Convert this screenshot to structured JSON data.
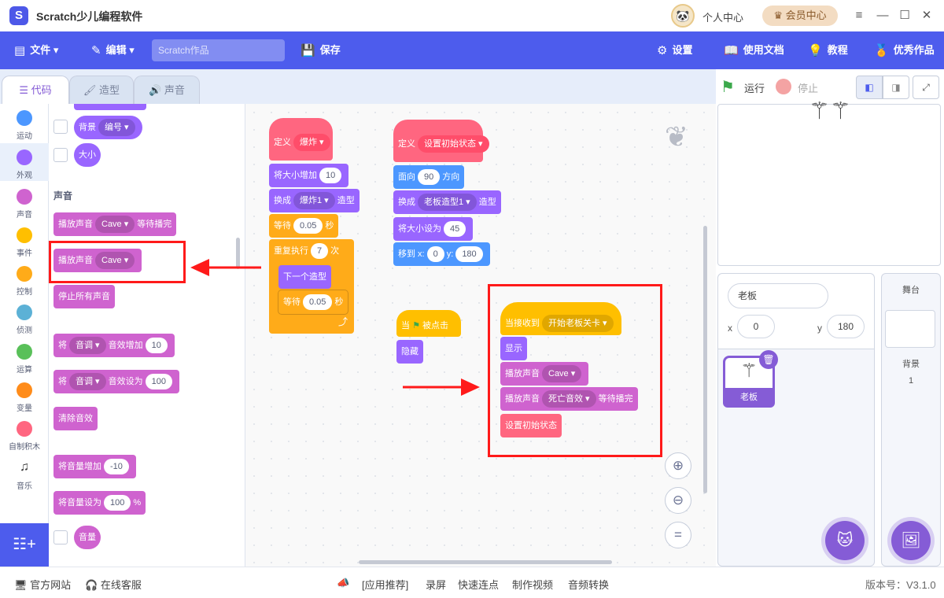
{
  "app": {
    "logo_letter": "S",
    "title": "Scratch少儿编程软件"
  },
  "titlebar": {
    "user_center": "个人中心",
    "vip": "会员中心",
    "menu_icon": "≡",
    "minimize_icon": "—",
    "maximize_icon": "☐",
    "close_icon": "✕"
  },
  "menubar": {
    "file": "文件",
    "edit": "编辑",
    "project_placeholder": "Scratch作品",
    "save": "保存",
    "settings": "设置",
    "docs": "使用文档",
    "tutorial": "教程",
    "showcase": "优秀作品"
  },
  "tabs": [
    {
      "label": "代码"
    },
    {
      "label": "造型"
    },
    {
      "label": "声音"
    }
  ],
  "categories": [
    {
      "label": "运动",
      "color": "#4c97ff"
    },
    {
      "label": "外观",
      "color": "#9966ff"
    },
    {
      "label": "声音",
      "color": "#cf63cf"
    },
    {
      "label": "事件",
      "color": "#ffbf00"
    },
    {
      "label": "控制",
      "color": "#ffab19"
    },
    {
      "label": "侦测",
      "color": "#5cb1d6"
    },
    {
      "label": "运算",
      "color": "#59c059"
    },
    {
      "label": "变量",
      "color": "#ff8c1a"
    },
    {
      "label": "自制积木",
      "color": "#ff6680"
    },
    {
      "label": "音乐",
      "color": "#0fbd8c"
    }
  ],
  "palette": {
    "backdrop_label": "背景",
    "backdrop_option": "编号",
    "size": "大小",
    "sound_heading": "声音",
    "play_until_done": "播放声音",
    "play_until_done_option": "Cave",
    "play_until_done_suffix": "等待播完",
    "start_sound": "播放声音",
    "start_sound_option": "Cave",
    "stop_all": "停止所有声音",
    "change_effect": "将",
    "change_effect_option": "音调",
    "change_effect_mid": "音效增加",
    "change_effect_value": "10",
    "set_effect": "将",
    "set_effect_option": "音调",
    "set_effect_mid": "音效设为",
    "set_effect_value": "100",
    "clear_effects": "清除音效",
    "change_volume": "将音量增加",
    "change_volume_value": "-10",
    "set_volume": "将音量设为",
    "set_volume_value": "100",
    "set_volume_unit": "%",
    "volume": "音量"
  },
  "scripts": {
    "explode": {
      "define": "定义",
      "name": "爆炸",
      "change_size": "将大小增加",
      "change_size_value": "10",
      "switch_costume": "换成",
      "switch_costume_option": "爆炸1",
      "switch_costume_suffix": "造型",
      "wait1": "等待",
      "wait1_value": "0.05",
      "wait1_unit": "秒",
      "repeat": "重复执行",
      "repeat_value": "7",
      "repeat_unit": "次",
      "next_costume": "下一个造型",
      "wait2": "等待",
      "wait2_value": "0.05",
      "wait2_unit": "秒",
      "loop_arrow": "⤴"
    },
    "init": {
      "define": "定义",
      "name": "设置初始状态",
      "point": "面向",
      "point_value": "90",
      "point_suffix": "方向",
      "switch_costume": "换成",
      "switch_costume_option": "老板造型1",
      "switch_costume_suffix": "造型",
      "set_size": "将大小设为",
      "set_size_value": "45",
      "goto": "移到 x:",
      "goto_x": "0",
      "goto_y_label": "y:",
      "goto_y": "180"
    },
    "flag": {
      "when": "当",
      "clicked": "被点击",
      "hide": "隐藏"
    },
    "broadcast": {
      "when_receive": "当接收到",
      "message": "开始老板关卡",
      "show": "显示",
      "play": "播放声音",
      "play_option": "Cave",
      "play_until": "播放声音",
      "play_until_option": "死亡音效",
      "play_until_suffix": "等待播完",
      "call_init": "设置初始状态"
    }
  },
  "zoom": {
    "in": "⊕",
    "out": "⊖",
    "reset": "="
  },
  "stage_controls": {
    "run": "运行",
    "stop": "停止"
  },
  "sprite": {
    "name": "老板",
    "x_label": "x",
    "x": "0",
    "y_label": "y",
    "y": "180",
    "thumb_label": "老板"
  },
  "stage_panel": {
    "title": "舞台",
    "backdrops_label": "背景",
    "backdrops_count": "1"
  },
  "statusbar": {
    "website": "官方网站",
    "support": "在线客服",
    "recommend": "[应用推荐]",
    "rec1": "录屏",
    "rec2": "快速连点",
    "rec3": "制作视频",
    "rec4": "音频转换",
    "version": "版本号：V3.1.0"
  }
}
